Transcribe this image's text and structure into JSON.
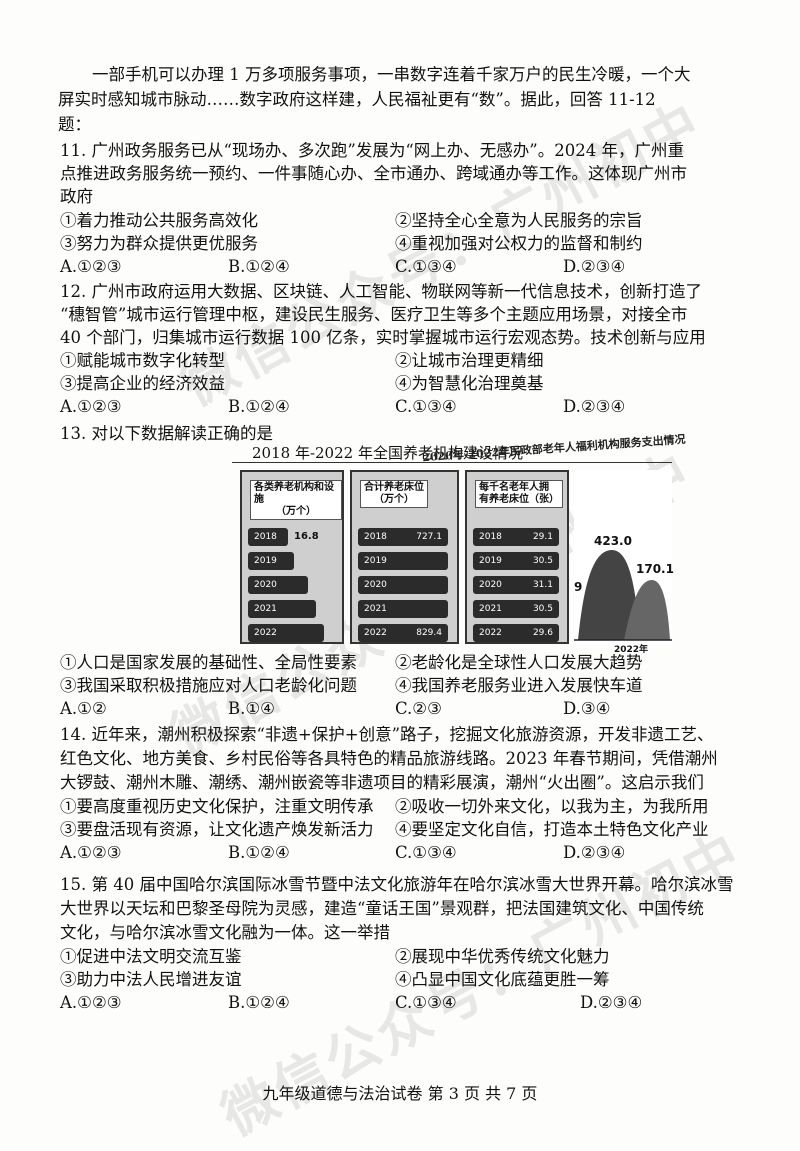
{
  "intro": {
    "line1": "一部手机可以办理 1 万多项服务事项，一串数字连着千家万户的民生冷暖，一个大",
    "line2": "屏实时感知城市脉动……数字政府这样建，人民福祉更有“数”。据此，回答 11-12",
    "line3": "题："
  },
  "questions": [
    {
      "lines": [
        "11. 广州政务服务已从“现场办、多次跑”发展为“网上办、无感办”。2024 年，广州重",
        "点推进政务服务统一预约、一件事随心办、全市通办、跨域通办等工作。这体现广州市",
        "政府"
      ],
      "items": [
        "①着力推动公共服务高效化",
        "②坚持全心全意为人民服务的宗旨",
        "③努力为群众提供更优服务",
        "④重视加强对公权力的监督和制约"
      ],
      "choices": [
        "A.①②③",
        "B.①②④",
        "C.①③④",
        "D.②③④"
      ]
    },
    {
      "lines": [
        "12. 广州市政府运用大数据、区块链、人工智能、物联网等新一代信息技术，创新打造了",
        "“穗智管”城市运行管理中枢，建设民生服务、医疗卫生等多个主题应用场景，对接全市",
        "40 个部门，归集城市运行数据 100 亿条，实时掌握城市运行宏观态势。技术创新与应用"
      ],
      "items": [
        "①赋能城市数字化转型",
        "②让城市治理更精细",
        "③提高企业的经济效益",
        "④为智慧化治理奠基"
      ],
      "choices": [
        "A.①②③",
        "B.①②④",
        "C.①③④",
        "D.②③④"
      ]
    },
    {
      "lines": [
        "13. 对以下数据解读正确的是"
      ],
      "items": [
        "①人口是国家发展的基础性、全局性要素",
        "②老龄化是全球性人口发展大趋势",
        "③我国采取积极措施应对人口老龄化问题",
        "④我国养老服务业进入发展快车道"
      ],
      "choices": [
        "A.①②",
        "B.①④",
        "C.②③",
        "D.③④"
      ]
    },
    {
      "lines": [
        "14. 近年来，潮州积极探索“非遗+保护+创意”路子，挖掘文化旅游资源，开发非遗工艺、",
        "红色文化、地方美食、乡村民俗等各具特色的精品旅游线路。2023 年春节期间，凭借潮州",
        "大锣鼓、潮州木雕、潮绣、潮州嵌瓷等非遗项目的精彩展演，潮州“火出圈”。这启示我们"
      ],
      "items": [
        "①要高度重视历史文化保护，注重文明传承",
        "②吸收一切外来文化，以我为主，为我所用",
        "③要盘活现有资源，让文化遗产焕发新活力",
        "④要坚定文化自信，打造本土特色文化产业"
      ],
      "choices": [
        "A.①②③",
        "B.①②④",
        "C.①③④",
        "D.②③④"
      ]
    },
    {
      "lines": [
        "15. 第 40 届中国哈尔滨国际冰雪节暨中法文化旅游年在哈尔滨冰雪大世界开幕。哈尔滨冰雪",
        "大世界以天坛和巴黎圣母院为灵感，建造“童话王国”景观群，把法国建筑文化、中国传统",
        "文化，与哈尔滨冰雪文化融为一体。这一举措"
      ],
      "items": [
        "①促进中法文明交流互鉴",
        "②展现中华优秀传统文化魅力",
        "③助力中法人民增进友谊",
        "④凸显中国文化底蕴更胜一筹"
      ],
      "choices": [
        "A.①②③",
        "B.①②④",
        "C.①③④",
        "D.②③④"
      ]
    }
  ],
  "chart": {
    "title": "2018 年-2022 年全国养老机构建设情况",
    "overlay_title": "2020年-2022年民政部老年人福利机构服务支出情况",
    "panels": [
      {
        "title": [
          "各类养老机构和设施",
          "（万个）"
        ],
        "years": [
          "2018",
          "2019",
          "2020",
          "2021",
          "2022"
        ],
        "values": [
          "16.8",
          "",
          "",
          "",
          ""
        ]
      },
      {
        "title": [
          "合计养老床位",
          "（万个）"
        ],
        "years": [
          "2018",
          "2019",
          "2020",
          "2021",
          "2022"
        ],
        "values": [
          "727.1",
          "",
          "",
          "",
          "829.4"
        ]
      },
      {
        "title": [
          "每千名老年人拥",
          "有养老床位（张）"
        ],
        "years": [
          "2018",
          "2019",
          "2020",
          "2021",
          "2022"
        ],
        "values": [
          "29.1",
          "30.5",
          "31.1",
          "30.5",
          "29.6"
        ]
      }
    ],
    "peaks": {
      "v1": "423.0",
      "v2": "170.1",
      "year": "2022年",
      "partial": "9"
    }
  },
  "watermarks": [
    "微信公众号：广州初中",
    "微信公众号：广州初中",
    "微信公众号：广州初中"
  ],
  "footer": "九年级道德与法治试卷 第 3 页 共 7 页"
}
